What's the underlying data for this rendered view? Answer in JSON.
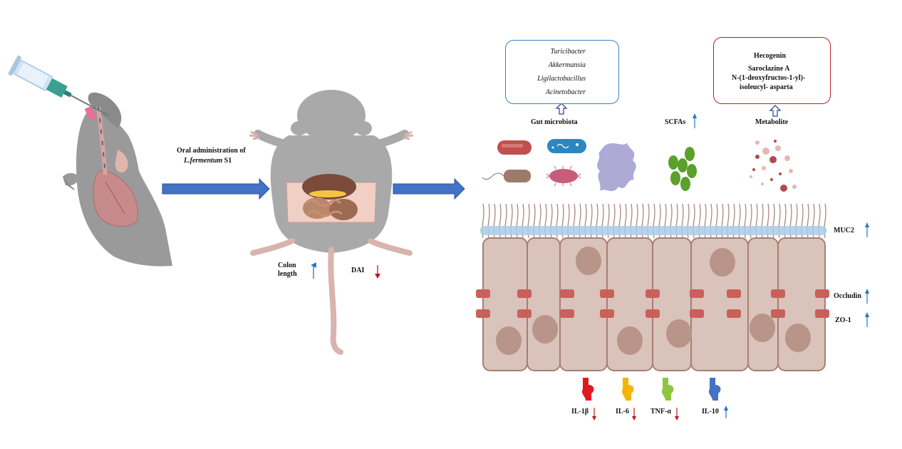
{
  "step_labels": {
    "oral_line1": "Oral administration of",
    "oral_species": "L.fermentum",
    "oral_strain": " S1"
  },
  "phenotype": {
    "colon_length": "Colon\nlength",
    "dai": "DAI"
  },
  "microbiota_box": {
    "label": "Gut microbiota",
    "items": [
      "Turicibacter",
      "Akkermansia",
      "Ligilactobacillus",
      "Acinetobacter"
    ]
  },
  "metabolite_box": {
    "label": "Metabolite",
    "items": [
      "Hecogenin",
      "Saroclazine A",
      "N-(1-deoxyfructos-1-yl)-",
      "isoleucyl- asparta"
    ]
  },
  "scfas": "SCFAs",
  "barrier": {
    "muc2": "MUC2",
    "occludin": "Occludin",
    "zo1": "ZO-1"
  },
  "cytokines": [
    "IL-1β",
    "IL-6",
    "TNF-α",
    "IL-10"
  ],
  "colors": {
    "up_arrow": "#1f77c4",
    "down_arrow": "#c0161a",
    "big_arrow": "#4472c4",
    "microbiota_border": "#3b7fc4",
    "metabolite_border": "#b22222",
    "mouse": "#a9a9a9",
    "cell_fill": "#d9c3bb",
    "cell_stroke": "#a77e73",
    "tight_junction": "#c9605a",
    "mucus": "#a9cce8",
    "cytokine_il1b": "#e0191e",
    "cytokine_il6": "#f5b400",
    "cytokine_tnfa": "#8cc63f",
    "cytokine_il10": "#4472c4"
  }
}
